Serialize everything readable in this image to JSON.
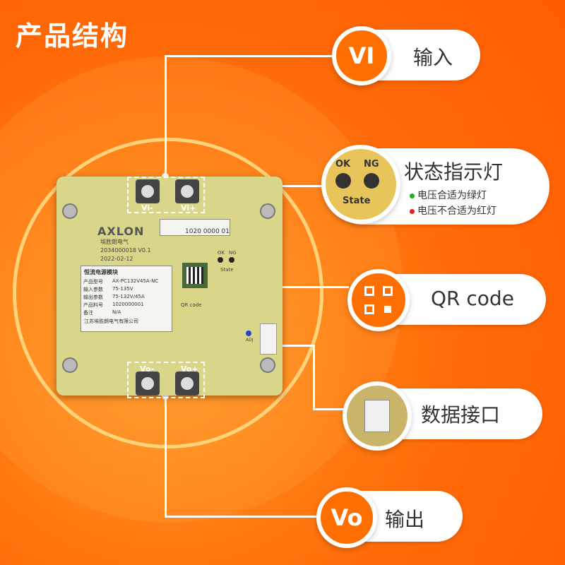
{
  "title": "产品结构",
  "callouts": {
    "vi": {
      "badge": "VI",
      "label": "输入"
    },
    "state": {
      "ok": "OK",
      "ng": "NG",
      "state_text": "State",
      "label": "状态指示灯",
      "line1": "电压合适为绿灯",
      "line2": "电压不合适为红灯",
      "line1_color": "#22aa22",
      "line2_color": "#dd2222"
    },
    "qr": {
      "label": "QR code"
    },
    "data": {
      "label": "数据接口"
    },
    "vo": {
      "badge": "Vo",
      "label": "输出"
    }
  },
  "board": {
    "brand": "AXLON",
    "brand_cn": "埃胜朗电气",
    "code": "2034000018 V0.1",
    "date": "2022-02-12",
    "serial": "1020 0000 01",
    "vi_minus": "Vi-",
    "vi_plus": "Vi+",
    "vo_minus": "Vo-",
    "vo_plus": "Vo+",
    "ok": "OK",
    "ng": "NG",
    "state": "State",
    "qr": "QR code",
    "adj": "ADJ",
    "sticker_title": "恒流电源模块",
    "sticker_rows": [
      [
        "产品型号",
        "AX-PC132V45A-NC"
      ],
      [
        "输入参数",
        "75-135V"
      ],
      [
        "输出参数",
        "75-132V/45A"
      ],
      [
        "产品料号",
        "1020000001"
      ],
      [
        "备注",
        "N/A"
      ]
    ],
    "company": "江苏埃胜朗电气有限公司",
    "colors": {
      "accent": "#ff6f00",
      "board": "#d9d68a"
    }
  }
}
